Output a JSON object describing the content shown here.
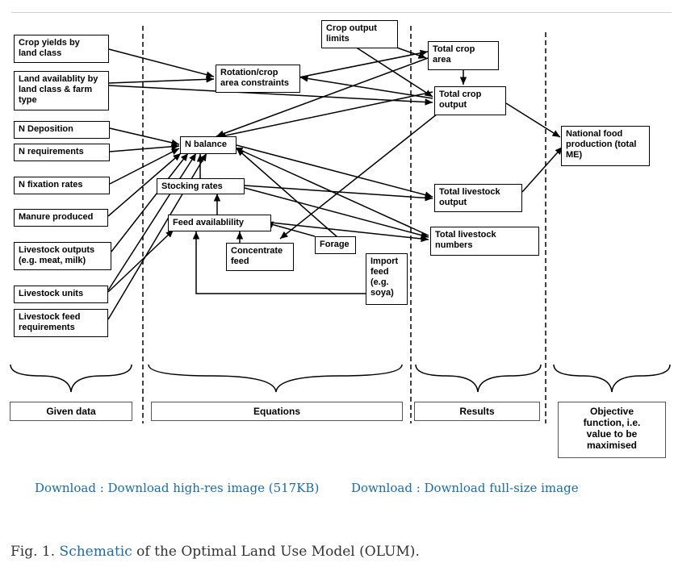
{
  "nodes": {
    "crop_yields": "Crop yields by\nland class",
    "land_availability": "Land availablity by\nland class & farm\ntype",
    "n_deposition": "N Deposition",
    "n_requirements": "N requirements",
    "n_fixation": "N fixation rates",
    "manure": "Manure produced",
    "livestock_outputs": "Livestock outputs\n(e.g. meat, milk)",
    "livestock_units": "Livestock units",
    "livestock_feed_req": "Livestock feed\nrequirements",
    "rotation": "Rotation/crop\narea constraints",
    "n_balance": "N balance",
    "stocking_rates": "Stocking rates",
    "feed_availability": "Feed availablility",
    "concentrate_feed": "Concentrate\nfeed",
    "forage": "Forage",
    "import_feed": "Import\nfeed\n(e.g.\nsoya)",
    "crop_output_limits": "Crop output\nlimits",
    "total_crop_area": "Total crop\narea",
    "total_crop_output": "Total crop\noutput",
    "total_livestock_output": "Total livestock\noutput",
    "total_livestock_numbers": "Total livestock\nnumbers",
    "national_food": "National  food\nproduction  (total\nME)"
  },
  "categories": {
    "given_data": "Given data",
    "equations": "Equations",
    "results": "Results",
    "objective": "Objective\nfunction, i.e.\nvalue to be\nmaximised"
  },
  "links": {
    "high_res": "Download : Download high-res image (517KB)",
    "full_size": "Download : Download full-size image"
  },
  "caption": {
    "prefix": "Fig. 1. ",
    "link": "Schematic",
    "suffix": " of the Optimal Land Use Model (OLUM)."
  }
}
